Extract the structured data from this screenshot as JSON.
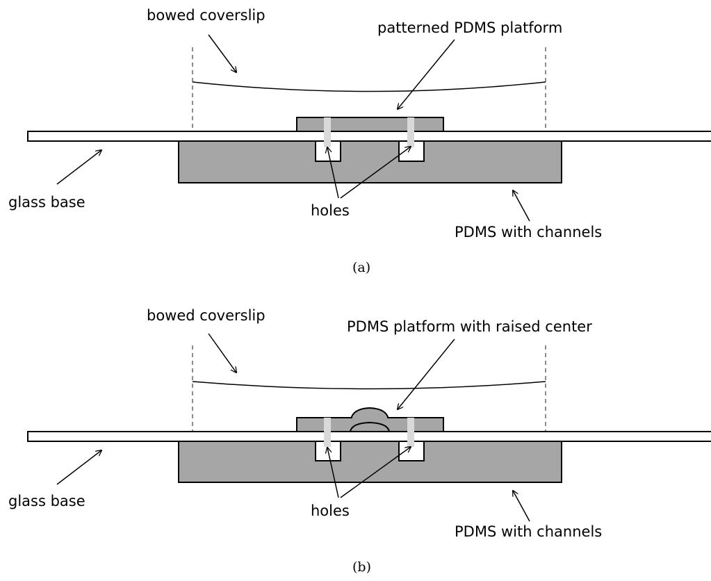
{
  "colors": {
    "pdms_fill": "#a6a6a6",
    "hole_tube": "#d9d9d9",
    "stroke": "#000000",
    "dashed_guide": "#666666"
  },
  "panel_a": {
    "caption": "(a)",
    "labels": {
      "bowed_coverslip": "bowed coverslip",
      "platform": "patterned PDMS platform",
      "glass_base": "glass base",
      "holes": "holes",
      "pdms_channels": "PDMS with channels"
    }
  },
  "panel_b": {
    "caption": "(b)",
    "labels": {
      "bowed_coverslip": "bowed coverslip",
      "platform": "PDMS platform with raised center",
      "glass_base": "glass base",
      "holes": "holes",
      "pdms_channels": "PDMS with channels"
    }
  }
}
